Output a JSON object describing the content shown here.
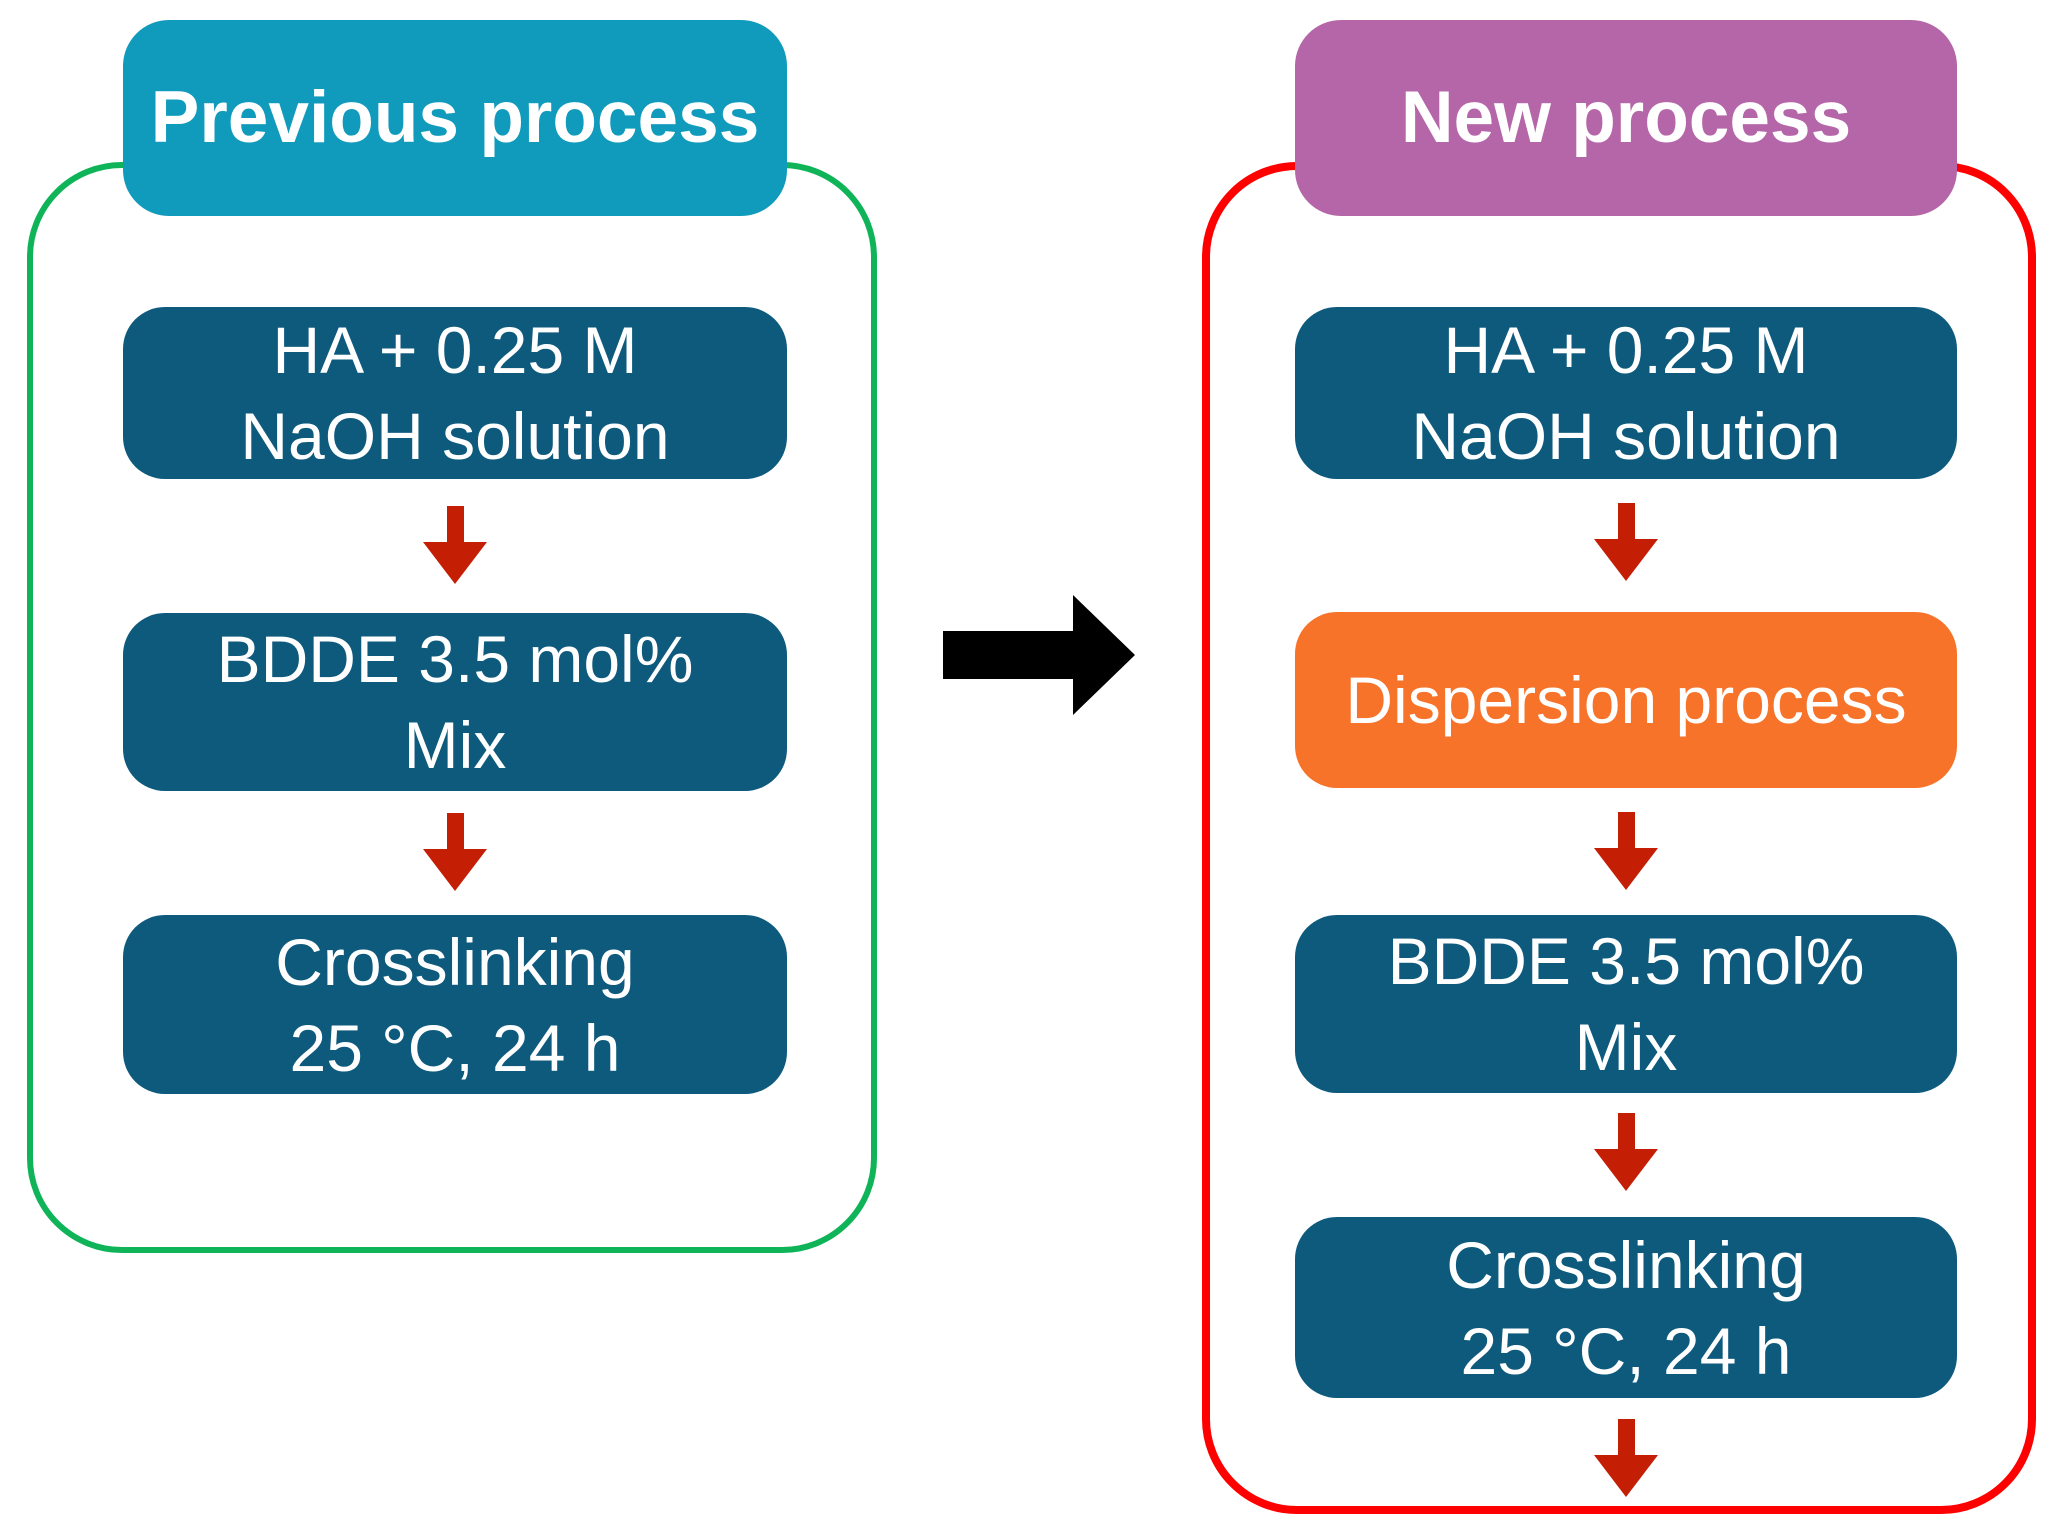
{
  "colors": {
    "previous_header_bg": "#109BBC",
    "new_header_bg": "#B566A8",
    "step_box_bg": "#0E5A7D",
    "dispersion_box_bg": "#F8732A",
    "previous_border": "#0EB457",
    "new_border": "#FF0000",
    "step_arrow": "#C41E05",
    "transition_arrow": "#000000",
    "box_text": "#FFFFFF"
  },
  "previous_process": {
    "title": "Previous process",
    "steps": [
      {
        "lines": [
          "HA + 0.25 M",
          "NaOH solution"
        ]
      },
      {
        "lines": [
          "BDDE 3.5 mol%",
          "Mix"
        ]
      },
      {
        "lines": [
          "Crosslinking",
          "25 °C, 24 h"
        ]
      }
    ]
  },
  "new_process": {
    "title": "New process",
    "steps": [
      {
        "lines": [
          "HA + 0.25 M",
          "NaOH solution"
        ]
      },
      {
        "lines": [
          "Dispersion process"
        ]
      },
      {
        "lines": [
          "BDDE 3.5 mol%",
          "Mix"
        ]
      },
      {
        "lines": [
          "Crosslinking",
          "25 °C, 24 h"
        ]
      }
    ]
  }
}
